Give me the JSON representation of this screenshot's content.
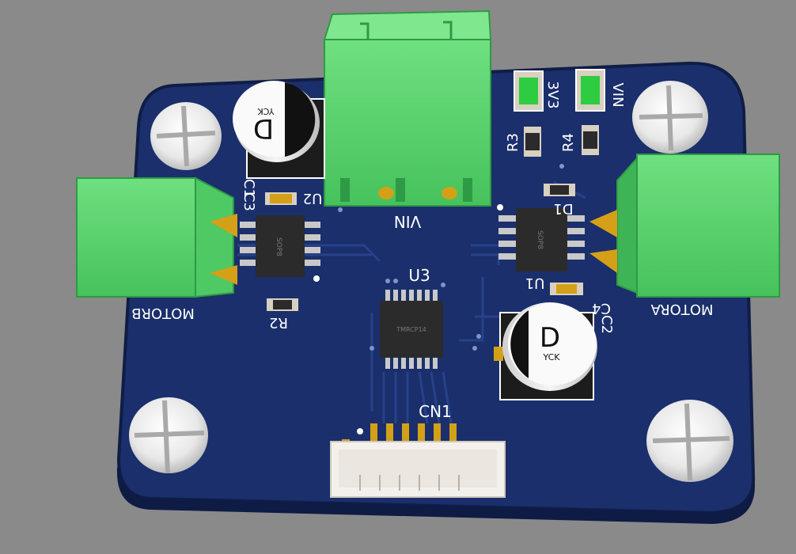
{
  "board": {
    "colors": {
      "background": "#8a8a8a",
      "pcb": "#1a2f6b",
      "pcb_edge": "#0f1d47",
      "silkscreen": "#ffffff",
      "terminal_block": "#5bd66e",
      "terminal_dark": "#2f9a45",
      "gold_pad": "#d4a017",
      "chip": "#2b2b2b",
      "led_green": "#2ecc40"
    },
    "labels": {
      "vin_connector": "VIN",
      "motorb": "MOTORB",
      "motora": "MOTORA",
      "cn1": "CN1",
      "u3": "U3",
      "u2": "U2",
      "u1": "U1",
      "c1": "C1",
      "c2": "C2",
      "c3": "C3",
      "c4": "C4",
      "r2": "R2",
      "r3": "R3",
      "r4": "R4",
      "d1": "D1",
      "led_3v3": "3V3",
      "led_vin": "VIN",
      "chip_u2": "SOP8",
      "chip_u1": "SOP8",
      "chip_u3": "TMRCP14",
      "cap_left_letter": "D",
      "cap_left_brand": "YCK",
      "cap_right_letter": "D",
      "cap_right_brand": "YCK"
    },
    "icons": [
      "screw-head-icon",
      "terminal-block-icon",
      "electrolytic-capacitor-icon",
      "led-icon",
      "smd-chip-icon",
      "connector-header-icon"
    ]
  }
}
